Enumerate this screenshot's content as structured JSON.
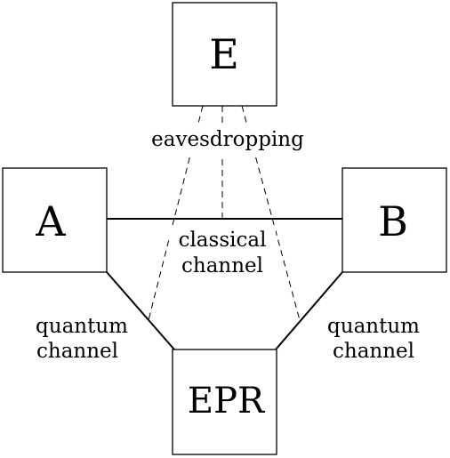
{
  "nodes": {
    "eve": "E",
    "alice": "A",
    "bob": "B",
    "source": "EPR"
  },
  "edges": {
    "eavesdropping": "eavesdropping",
    "classical": [
      "classical",
      "channel"
    ],
    "quantum_left": [
      "quantum",
      "channel"
    ],
    "quantum_right": [
      "quantum",
      "channel"
    ]
  }
}
